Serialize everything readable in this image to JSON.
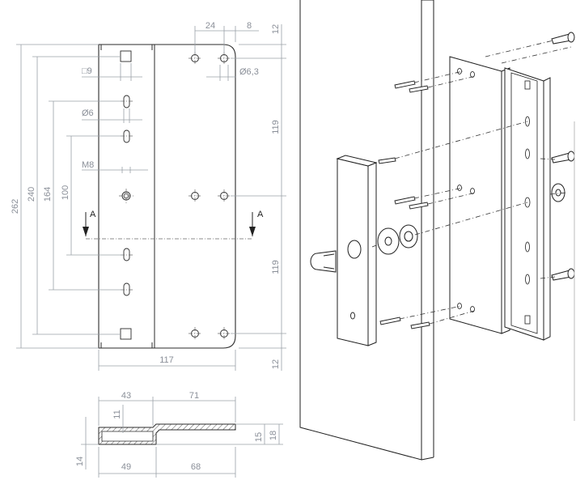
{
  "front_view": {
    "dims": {
      "overall_height": "262",
      "height_240": "240",
      "height_164": "164",
      "height_100": "100",
      "width_117": "117",
      "top_24": "24",
      "top_8": "8",
      "right_top_12": "12",
      "right_119_upper": "119",
      "right_119_lower": "119",
      "right_bottom_12": "12",
      "square_hole": "□9",
      "dia_6": "Ø6",
      "dia_6_3": "Ø6,3",
      "thread_m8": "M8"
    },
    "section_label_left": "A",
    "section_label_right": "A"
  },
  "section_view": {
    "dims": {
      "top_43": "43",
      "top_71": "71",
      "height_11": "11",
      "right_15": "15",
      "right_18": "18",
      "left_14": "14",
      "bottom_49": "49",
      "bottom_68": "68"
    }
  },
  "colors": {
    "line": "#2b2b2b",
    "dimension": "#8a8f98",
    "hatch": "#555555"
  }
}
